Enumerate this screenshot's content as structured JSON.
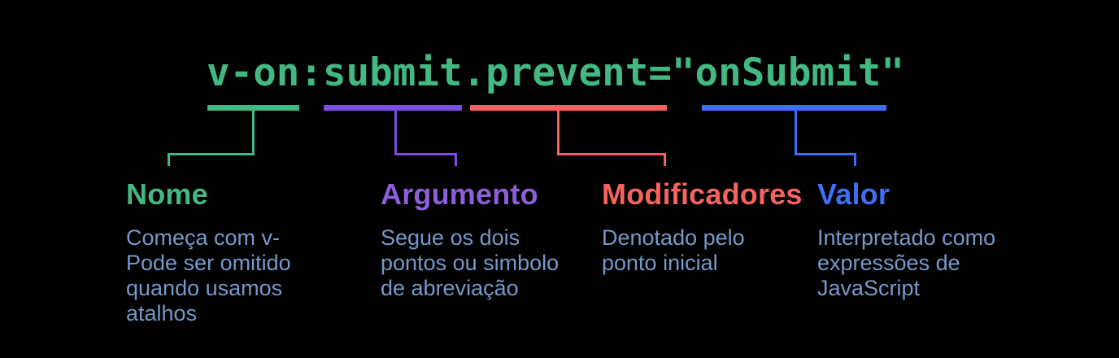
{
  "background_color": "#000000",
  "description_color": "#7599c9",
  "code": {
    "text": "v-on:submit.prevent=\"onSubmit\"",
    "color": "#42b883"
  },
  "groups": [
    {
      "segment": "v-on",
      "label": "Nome",
      "underline_color": "#42b883",
      "label_color": "#42b883",
      "description": "Começa com v-\nPode ser omitido\nquando usamos\natalhos"
    },
    {
      "segment": "submit",
      "label": "Argumento",
      "underline_color": "#7d4ee3",
      "label_color": "#8c5fd9",
      "description": "Segue os dois\npontos ou simbolo\nde abreviação"
    },
    {
      "segment": ".prevent",
      "label": "Modificadores",
      "underline_color": "#f6635f",
      "label_color": "#f6635f",
      "description": "Denotado pelo\nponto inicial"
    },
    {
      "segment": "\"onSubmit\"",
      "label": "Valor",
      "underline_color": "#3d6ef4",
      "label_color": "#3d6ef4",
      "description": "Interpretado como\nexpressões de\nJavaScript"
    }
  ]
}
